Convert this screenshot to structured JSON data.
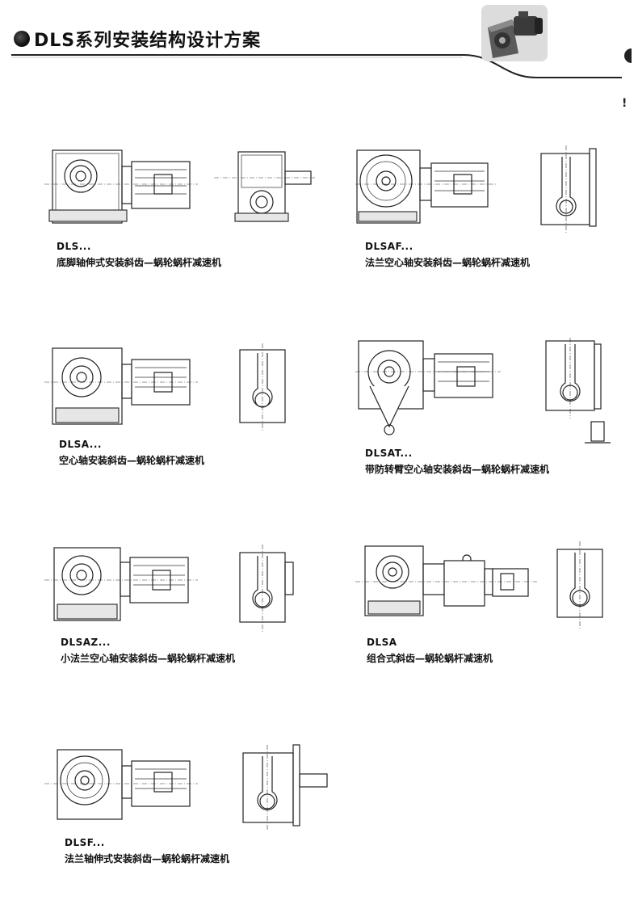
{
  "header": {
    "title": "DLS系列安装结构设计方案",
    "side_mark": "!"
  },
  "items": [
    {
      "model": "DLS...",
      "description": "底脚轴伸式安装斜齿—蜗轮蜗杆减速机"
    },
    {
      "model": "DLSAF...",
      "description": "法兰空心轴安装斜齿—蜗轮蜗杆减速机"
    },
    {
      "model": "DLSA...",
      "description": "空心轴安装斜齿—蜗轮蜗杆减速机"
    },
    {
      "model": "DLSAT...",
      "description": "带防转臂空心轴安装斜齿—蜗轮蜗杆减速机"
    },
    {
      "model": "DLSAZ...",
      "description": "小法兰空心轴安装斜齿—蜗轮蜗杆减速机"
    },
    {
      "model": "DLSA",
      "description": "组合式斜齿—蜗轮蜗杆减速机"
    },
    {
      "model": "DLSF...",
      "description": "法兰轴伸式安装斜齿—蜗轮蜗杆减速机"
    }
  ],
  "icons": {
    "bullet": "filled-circle-bullet-icon",
    "product_photo": "gear-motor-photo-icon",
    "section_mark": "half-circle-mark-icon"
  }
}
